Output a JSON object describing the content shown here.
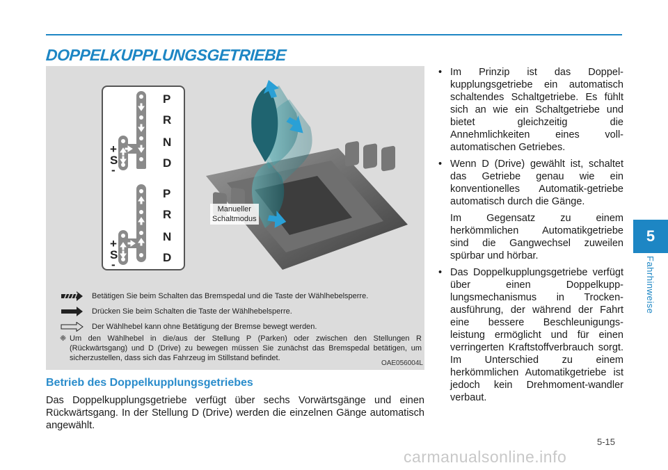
{
  "header": {
    "title": "DOPPELKUPPLUNGSGETRIEBE"
  },
  "chapter": {
    "number": "5",
    "name": "Fahrhinweise",
    "accent_color": "#1d86c4"
  },
  "figure": {
    "code": "OAE056004L",
    "gears_top": [
      "P",
      "R",
      "N",
      "D"
    ],
    "gears_bottom": [
      "P",
      "R",
      "N",
      "D"
    ],
    "plus_sign": "+",
    "s_label": "S",
    "minus_sign": "-",
    "callout": [
      "Manueller",
      "Schaltmodus"
    ],
    "legend": [
      {
        "icon": "hatched-arrow-icon",
        "text": "Betätigen Sie beim Schalten das Bremspedal und die Taste der Wählhebelsperre."
      },
      {
        "icon": "solid-arrow-icon",
        "text": "Drücken Sie beim Schalten die Taste der Wählhebelsperre."
      },
      {
        "icon": "outline-arrow-icon",
        "text": "Der Wählhebel kann ohne Betätigung der Bremse bewegt werden."
      }
    ],
    "note_symbol": "❈",
    "note": "Um den Wählhebel in die/aus der Stellung P (Parken) oder zwischen den Stellungen R (Rückwärtsgang) und D (Drive) zu bewegen müssen Sie zunächst das Bremspedal betätigen, um sicherzustellen, dass sich das Fahrzeug im Stillstand befindet."
  },
  "section": {
    "heading": "Betrieb des Doppelkupplungsgetriebes",
    "body": "Das Doppelkupplungsgetriebe verfügt über sechs Vorwärtsgänge und einen Rückwärtsgang. In der Stellung D (Drive) werden die einzelnen Gänge automatisch angewählt."
  },
  "right_column": {
    "bullet": "•",
    "items": [
      "Im Prinzip ist das Doppel-kupplungsgetriebe ein automatisch schaltendes Schaltgetriebe. Es fühlt sich an wie ein Schaltgetriebe und bietet gleichzeitig die Annehmlichkeiten eines voll-automatischen Getriebes.",
      "Wenn D (Drive) gewählt ist, schaltet das Getriebe genau wie ein konventionelles Automatik-getriebe automatisch durch die Gänge."
    ],
    "para": "Im Gegensatz zu einem herkömmlichen Automatikgetriebe sind die Gangwechsel zuweilen spürbar und hörbar.",
    "items2": [
      "Das Doppelkupplungsgetriebe verfügt über einen Doppelkupp-lungsmechanismus in Trocken-ausführung, der während der Fahrt eine bessere Beschleunigungs-leistung ermöglicht und für einen verringerten Kraftstoffverbrauch sorgt. Im Unterschied zu einem herkömmlichen Automatikgetriebe ist jedoch kein Drehmoment-wandler verbaut."
    ]
  },
  "footer": {
    "page_number": "5-15",
    "watermark": "carmanualsonline.info"
  }
}
